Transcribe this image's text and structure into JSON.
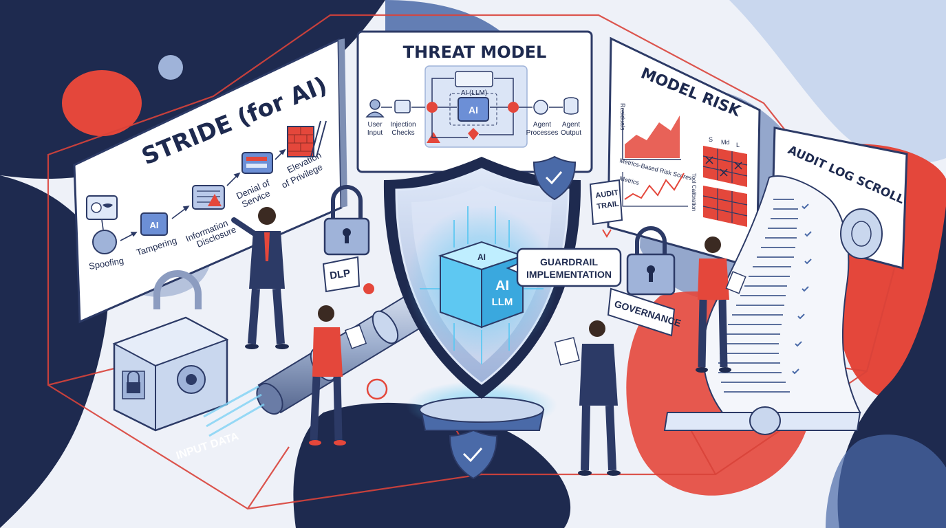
{
  "stride": {
    "title": "STRIDE (for AI)",
    "threats": [
      "Spoofing",
      "Tampering",
      "Information",
      "Disclosure",
      "Denial of",
      "Service",
      "Elevation",
      "of Privilege"
    ],
    "ai_chip": "AI"
  },
  "threat_model": {
    "title": "THREAT MODEL",
    "llm_label": "AI (LLM)",
    "ai_chip": "AI",
    "nodes": [
      "User",
      "Input",
      "Injection",
      "Checks",
      "Agent",
      "Processes",
      "Agent",
      "Output"
    ]
  },
  "model_risk": {
    "title": "MODEL RISK",
    "chart_labels": [
      "Residuals",
      "Metrics-Based Risk Scores",
      "Metrics",
      "Tool Calibration"
    ],
    "matrix_headers": [
      "S",
      "Md",
      "L"
    ]
  },
  "audit": {
    "title": "AUDIT LOG SCROLL",
    "trail_line1": "AUDIT",
    "trail_line2": "TRAIL"
  },
  "center": {
    "cube_top": "AI",
    "cube_front_1": "AI",
    "cube_front_2": "LLM",
    "guardrail_line1": "GUARDRAIL",
    "guardrail_line2": "IMPLEMENTATION",
    "governance": "GOVERNANCE",
    "dlp": "DLP",
    "input_data": "INPUT DATA"
  },
  "colors": {
    "navy": "#1e2a4f",
    "accent_red": "#e4473b",
    "mid_blue": "#4a6aa8",
    "light_blue": "#c9d7ee",
    "glow": "#7fd2f5"
  }
}
